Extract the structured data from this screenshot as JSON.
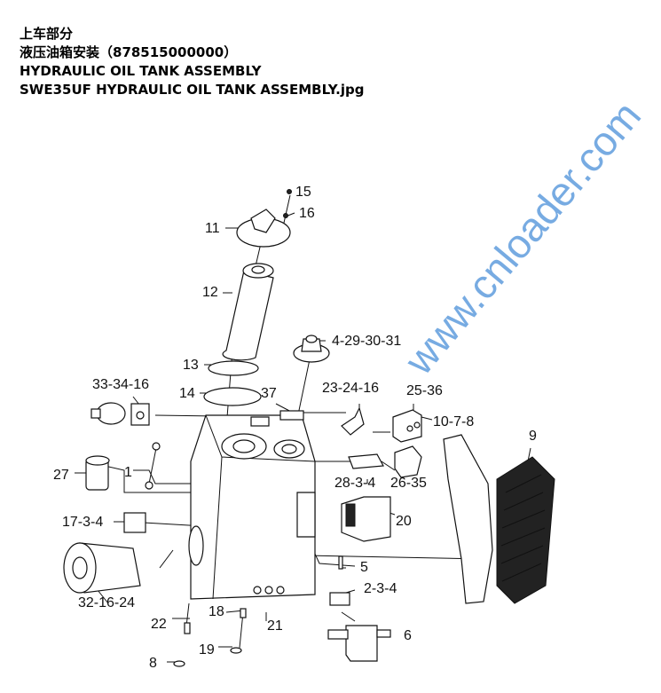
{
  "header": {
    "line1": "上车部分",
    "line2": "液压油箱安装（878515000000）",
    "line3": "HYDRAULIC OIL TANK ASSEMBLY",
    "line4": "SWE35UF HYDRAULIC OIL TANK ASSEMBLY.jpg"
  },
  "watermark": "www.cnloader.com",
  "callouts": [
    "15",
    "16",
    "11",
    "12",
    "4-29-30-31",
    "13",
    "37",
    "14",
    "33-34-16",
    "23-24-16",
    "25-36",
    "10-7-8",
    "9",
    "27",
    "1",
    "28-3-4",
    "26-35",
    "17-3-4",
    "20",
    "5",
    "32-16-24",
    "2-3-4",
    "22",
    "18",
    "21",
    "6",
    "19",
    "8"
  ]
}
